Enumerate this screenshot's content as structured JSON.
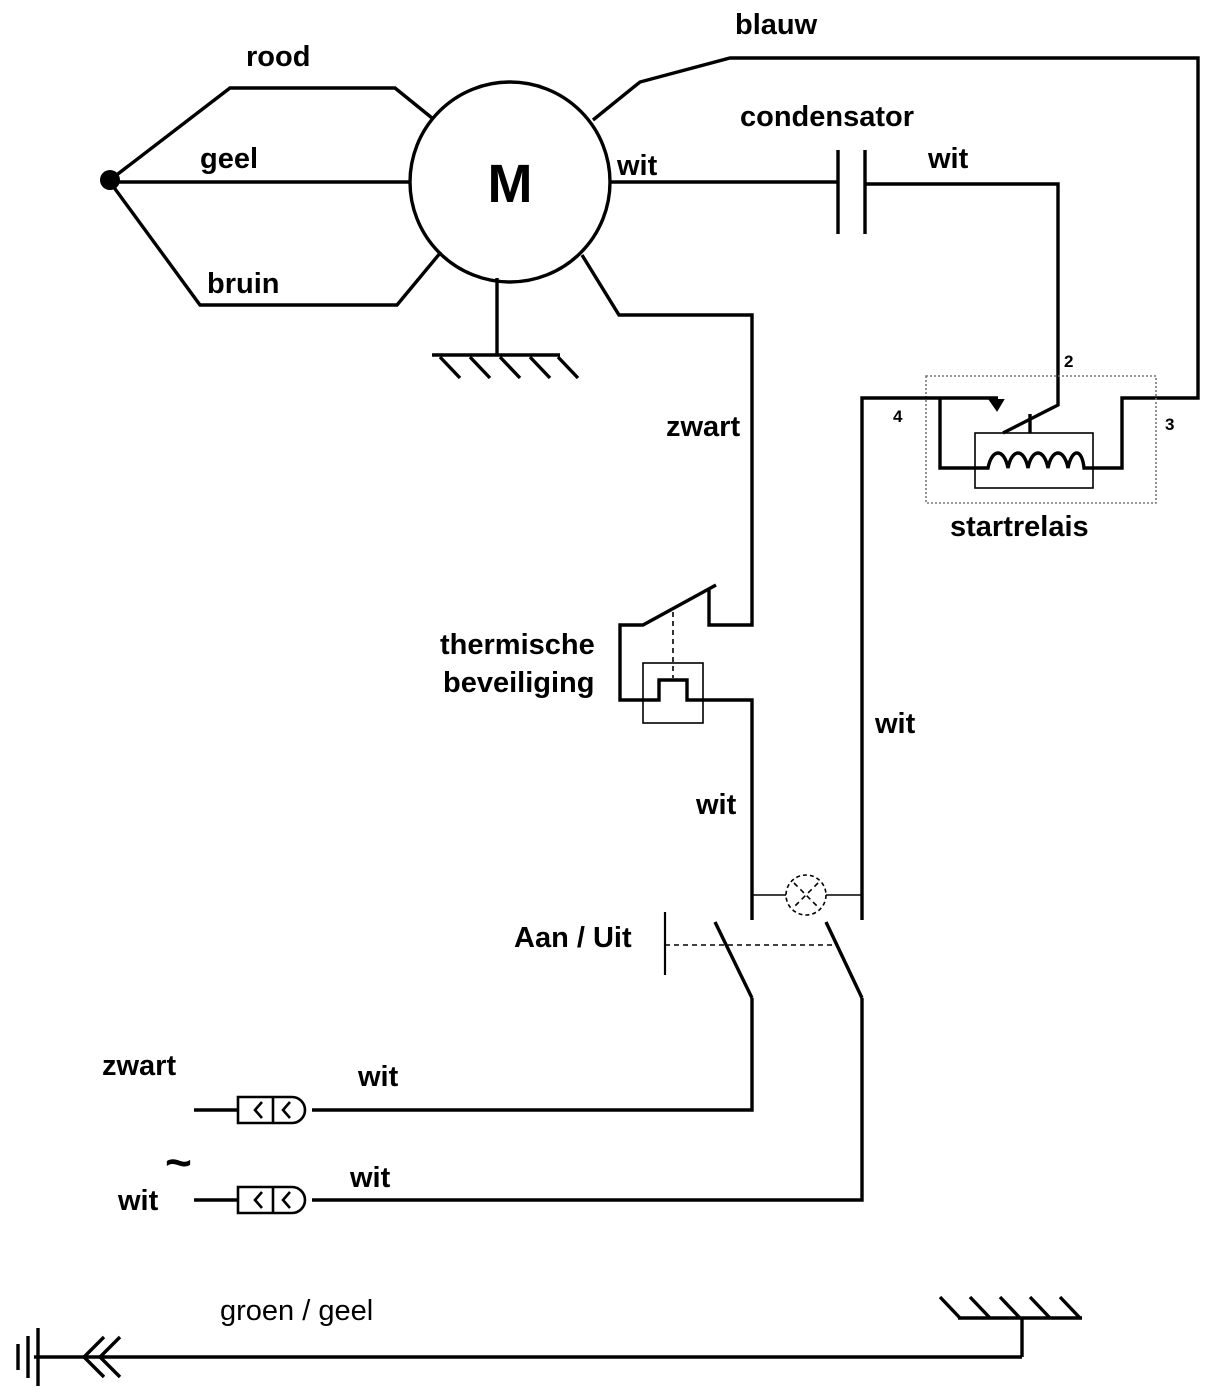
{
  "motor": {
    "label": "M"
  },
  "wires": {
    "rood": "rood",
    "geel": "geel",
    "bruin": "bruin",
    "blauw": "blauw",
    "wit_motor": "wit",
    "wit_condensator": "wit",
    "zwart_motor": "zwart",
    "wit_thermisch": "wit",
    "wit_relais": "wit",
    "wit_stekker_1": "wit",
    "wit_stekker_2": "wit"
  },
  "components": {
    "condensator": "condensator",
    "startrelais": "startrelais",
    "thermische_beveiliging_1": "thermische",
    "thermische_beveiliging_2": "beveiliging",
    "schakelaar": "Aan / Uit"
  },
  "relay_pins": {
    "pin2": "2",
    "pin3": "3",
    "pin4": "4"
  },
  "mains": {
    "zwart": "zwart",
    "wit": "wit",
    "ac_symbol": "~"
  },
  "earth": {
    "label": "groen / geel"
  }
}
